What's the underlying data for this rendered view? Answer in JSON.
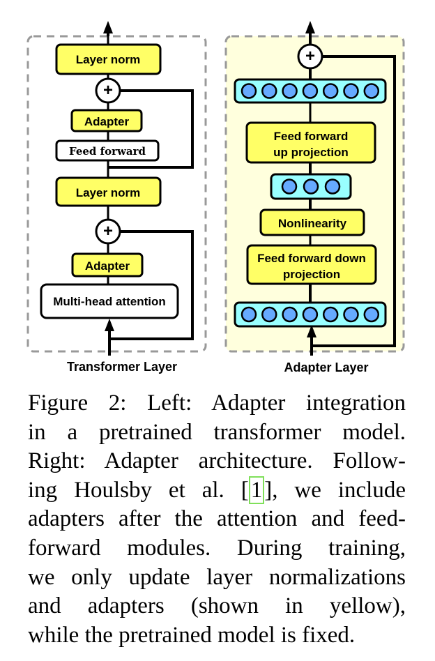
{
  "figure": {
    "left_panel": {
      "label": "Transformer Layer",
      "blocks": [
        {
          "id": "layer-norm-top",
          "text": "Layer norm",
          "kind": "trainable"
        },
        {
          "id": "add-top",
          "text": "+",
          "kind": "sum"
        },
        {
          "id": "adapter-top",
          "text": "Adapter",
          "kind": "trainable"
        },
        {
          "id": "feed-forward",
          "text": "Feed forward",
          "kind": "frozen"
        },
        {
          "id": "layer-norm-bottom",
          "text": "Layer norm",
          "kind": "trainable"
        },
        {
          "id": "add-bottom",
          "text": "+",
          "kind": "sum"
        },
        {
          "id": "adapter-bottom",
          "text": "Adapter",
          "kind": "trainable"
        },
        {
          "id": "multi-head-attention",
          "text": "Multi-head attention",
          "kind": "frozen"
        }
      ]
    },
    "right_panel": {
      "label": "Adapter Layer",
      "blocks": [
        {
          "id": "add",
          "text": "+",
          "kind": "sum"
        },
        {
          "id": "output-vector",
          "units": 7,
          "kind": "vector"
        },
        {
          "id": "up-projection",
          "text_lines": [
            "Feed forward",
            "up projection"
          ],
          "kind": "trainable"
        },
        {
          "id": "bottleneck-vector",
          "units": 3,
          "kind": "vector"
        },
        {
          "id": "nonlinearity",
          "text": "Nonlinearity",
          "kind": "trainable"
        },
        {
          "id": "down-projection",
          "text_lines": [
            "Feed forward down",
            "projection"
          ],
          "kind": "trainable"
        },
        {
          "id": "input-vector",
          "units": 7,
          "kind": "vector"
        }
      ]
    },
    "colors": {
      "trainable_fill": "#ffff66",
      "frozen_fill": "#ffffff",
      "vector_fill": "#99ffff",
      "unit_fill": "#66aaff",
      "adapter_panel_bg": "#ffffdd",
      "dashed_border": "#999999",
      "citation_box": "#7fe05a"
    }
  },
  "caption": {
    "lines": [
      "Figure 2: Left: Adapter integration",
      "in a pretrained transformer model.",
      "Right: Adapter architecture. Follow-",
      "ing Houlsby et al. [",
      "adapters after the attention and feed-",
      "forward modules.  During training,",
      "we only update layer normalizations",
      "and adapters (shown in yellow),",
      "while the pretrained model is fixed."
    ],
    "citation": "1",
    "line4_suffix": "], we include"
  }
}
